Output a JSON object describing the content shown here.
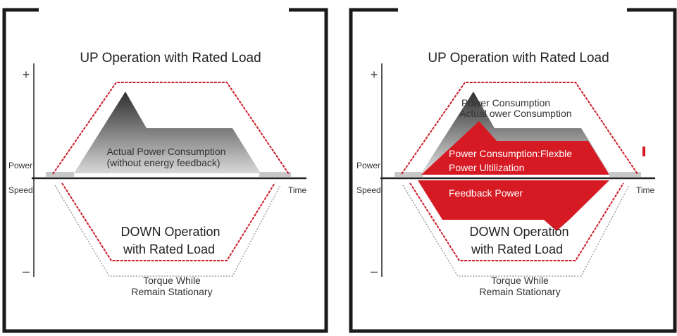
{
  "colors": {
    "frame": "#1a1a1a",
    "dashed_outline": "#cc1e2a",
    "feedback_red": "#d61a24",
    "grey_fill": "#555555"
  },
  "left_panel": {
    "up_title": "UP Operation with Rated Load",
    "plus": "+",
    "minus": "–",
    "power_axis": "Power",
    "speed_axis": "Speed",
    "time_axis": "Time",
    "actual_power_line1": "Actual Power Consumption",
    "actual_power_line2": "(without energy feedback)",
    "down_title_line1": "DOWN Operation",
    "down_title_line2": "with Rated Load",
    "torque_line1": "Torque While",
    "torque_line2": "Remain Stationary"
  },
  "right_panel": {
    "up_title": "UP Operation with Rated Load",
    "plus": "+",
    "minus": "–",
    "power_axis": "Power",
    "speed_axis": "Speed",
    "time_axis": "Time",
    "power_consumption": "Power Consumption",
    "actual_power_consumption": "Actual ower Consumption",
    "flexible_line1": "Power Consumption:Flexble",
    "flexible_line2": "Power Ultilization",
    "feedback_power": "Feedback Power",
    "down_title_line1": "DOWN Operation",
    "down_title_line2": "with Rated Load",
    "torque_line1": "Torque While",
    "torque_line2": "Remain Stationary"
  }
}
